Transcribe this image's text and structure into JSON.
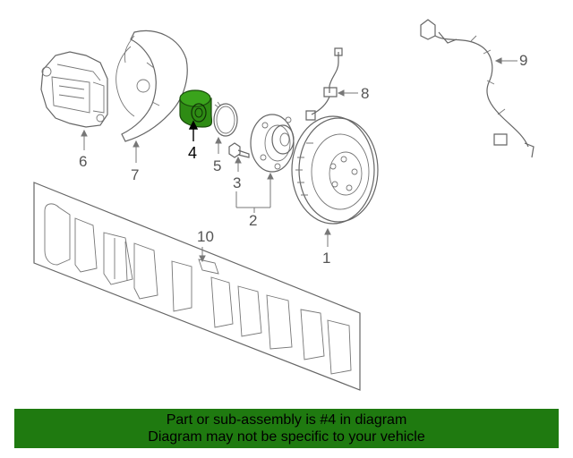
{
  "highlight_color": "#2e8b14",
  "banner_color": "#1f7a10",
  "callouts": [
    {
      "id": "1",
      "label": "1"
    },
    {
      "id": "2",
      "label": "2"
    },
    {
      "id": "3",
      "label": "3"
    },
    {
      "id": "4",
      "label": "4",
      "highlighted": true
    },
    {
      "id": "5",
      "label": "5"
    },
    {
      "id": "6",
      "label": "6"
    },
    {
      "id": "7",
      "label": "7"
    },
    {
      "id": "8",
      "label": "8"
    },
    {
      "id": "9",
      "label": "9"
    },
    {
      "id": "10",
      "label": "10"
    }
  ],
  "banner": {
    "line1": "Part or sub-assembly is #4 in diagram",
    "line2": "Diagram may not be specific to your vehicle"
  }
}
